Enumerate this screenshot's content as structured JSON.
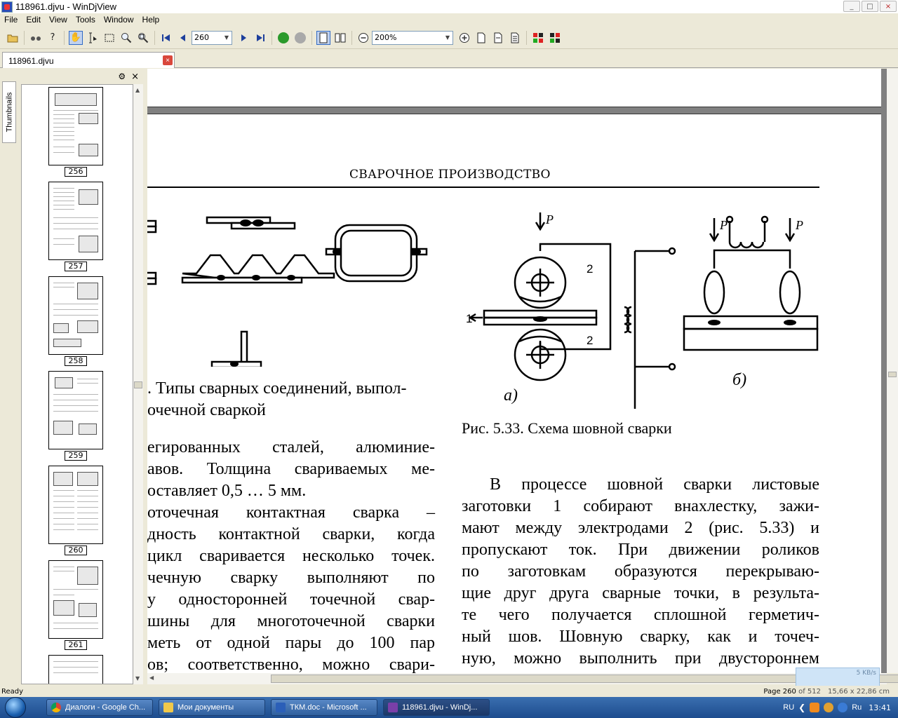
{
  "window": {
    "title": "118961.djvu - WinDjView",
    "controls": [
      "_",
      "□",
      "×"
    ]
  },
  "menu": [
    "File",
    "Edit",
    "View",
    "Tools",
    "Window",
    "Help"
  ],
  "toolbar": {
    "page_value": "260",
    "zoom_value": "200%"
  },
  "tab": {
    "label": "118961.djvu",
    "close": "×"
  },
  "sidebar": {
    "tab_label": "Thumbnails",
    "close": "×",
    "thumbnails": [
      "256",
      "257",
      "258",
      "259",
      "260",
      "261"
    ]
  },
  "page": {
    "running_head": "СВАРОЧНОЕ ПРОИЗВОДСТВО",
    "left_caption": [
      ". Типы сварных соединений, выпол-",
      "очечной сваркой"
    ],
    "left_body": [
      "егированных сталей, алюминие-",
      "авов. Толщина свариваемых ме-",
      "оставляет 0,5 … 5 мм.",
      "оточечная контактная сварка –",
      "дность контактной сварки, когда",
      "цикл сваривается несколько точек.",
      "чечную сварку выполняют по",
      "у односторонней точечной свар-",
      "шины для многоточечной сварки",
      "меть от одной пары до 100 пар",
      "ов; соответственно, можно свари-"
    ],
    "right_caption": "Рис. 5.33. Схема шовной сварки",
    "right_body": [
      "В процессе шовной сварки листовые",
      "заготовки 1 собирают внахлестку, зажи-",
      "мают между электродами 2 (рис. 5.33) и",
      "пропускают ток. При движении роликов",
      "по заготовкам образуются перекрываю-",
      "щие друг друга сварные точки, в результа-",
      "те чего получается сплошной герметич-",
      "ный шов. Шовную сварку, как и точеч-",
      "ную, можно выполнить при двустороннем"
    ],
    "figure_labels": {
      "force": "P",
      "label_1": "1",
      "label_2_top": "2",
      "label_2_bottom": "2",
      "sub_a": "a)",
      "sub_b": "б)"
    }
  },
  "status": {
    "ready": "Ready",
    "page_info": "Page 260",
    "page_of": "of 512",
    "dimensions": "15,66 x 22,86 cm"
  },
  "net_widget": "5 KB/s",
  "taskbar": {
    "tasks": [
      {
        "label": "Диалоги - Google Ch...",
        "color": "#e8a735"
      },
      {
        "label": "Мои документы",
        "color": "#f0c84a"
      },
      {
        "label": "ТКМ.doc - Microsoft ...",
        "color": "#2b5fb8"
      },
      {
        "label": "118961.djvu - WinDj...",
        "color": "#7a3fa8"
      }
    ],
    "lang": "RU",
    "lang2": "Ru",
    "clock": "13:41"
  }
}
